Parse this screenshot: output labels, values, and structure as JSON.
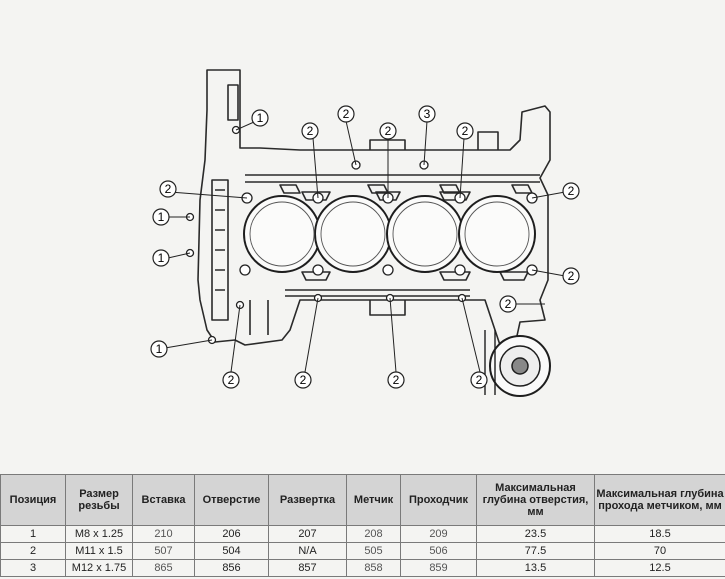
{
  "diagram": {
    "callouts": [
      {
        "label": "1"
      },
      {
        "label": "1"
      },
      {
        "label": "1"
      },
      {
        "label": "1"
      },
      {
        "label": "2"
      },
      {
        "label": "2"
      },
      {
        "label": "2"
      },
      {
        "label": "2"
      },
      {
        "label": "2"
      },
      {
        "label": "2"
      },
      {
        "label": "2"
      },
      {
        "label": "2"
      },
      {
        "label": "2"
      },
      {
        "label": "2"
      },
      {
        "label": "2"
      },
      {
        "label": "2"
      },
      {
        "label": "3"
      }
    ]
  },
  "table": {
    "headers": [
      "Позиция",
      "Размер резьбы",
      "Вставка",
      "Отверстие",
      "Развертка",
      "Метчик",
      "Проходчик",
      "Максимальная глубина отверстия, мм",
      "Максимальная глубина прохода метчиком, мм"
    ],
    "rows": [
      [
        "1",
        "M8 x 1.25",
        "210",
        "206",
        "207",
        "208",
        "209",
        "23.5",
        "18.5"
      ],
      [
        "2",
        "M11 x 1.5",
        "507",
        "504",
        "N/A",
        "505",
        "506",
        "77.5",
        "70"
      ],
      [
        "3",
        "M12 x 1.75",
        "865",
        "856",
        "857",
        "858",
        "859",
        "13.5",
        "12.5"
      ]
    ]
  }
}
